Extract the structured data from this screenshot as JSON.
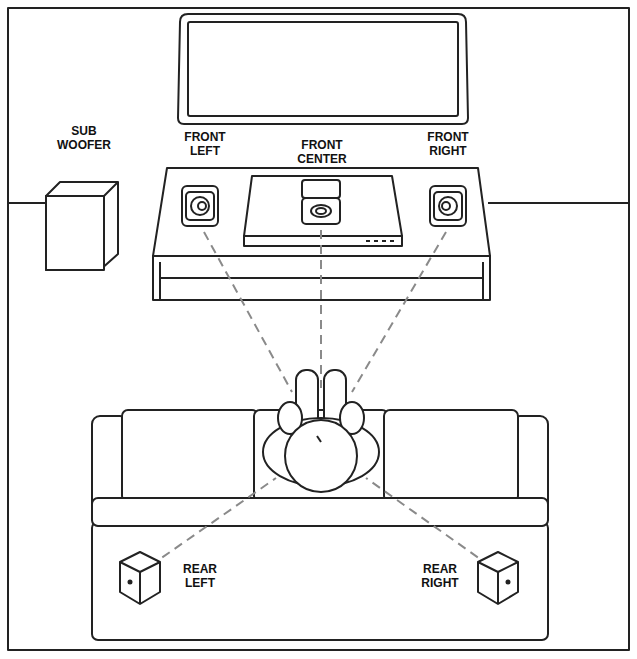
{
  "diagram": {
    "labels": [
      "SUB WOOFER",
      "FRONT LEFT",
      "FRONT CENTER",
      "FRONT RIGHT",
      "REAR LEFT",
      "REAR RIGHT"
    ]
  }
}
